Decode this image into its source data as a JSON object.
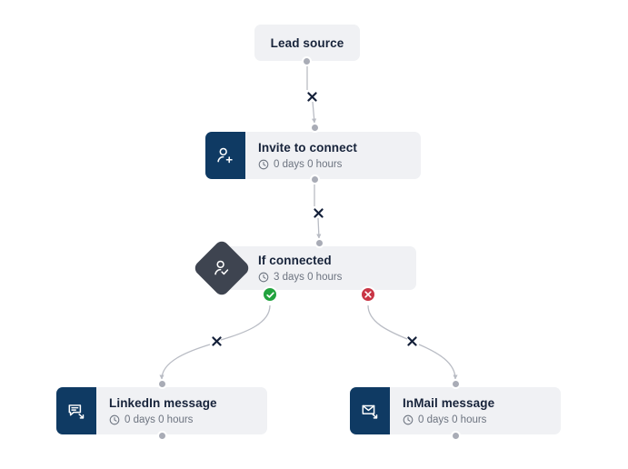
{
  "colors": {
    "canvas_bg": "#ffffff",
    "card_bg": "#f0f1f4",
    "icon_block": "#0f3a63",
    "diamond": "#3e4450",
    "title_text": "#17233a",
    "meta_text": "#6d7480",
    "edge_line": "#b9bcc4",
    "dot": "#a9acb6",
    "badge_yes": "#22a33e",
    "badge_no": "#c93545",
    "xmark": "#15213a"
  },
  "nodes": {
    "lead_source": {
      "title": "Lead source",
      "icon": ""
    },
    "invite": {
      "title": "Invite to connect",
      "duration": "0 days 0 hours",
      "icon": "person-add-icon"
    },
    "if_connected": {
      "title": "If connected",
      "duration": "3 days 0 hours",
      "icon": "person-check-icon"
    },
    "linkedin_message": {
      "title": "LinkedIn message",
      "duration": "0 days 0 hours",
      "icon": "chat-bubble-arrow-icon"
    },
    "inmail_message": {
      "title": "InMail message",
      "duration": "0 days 0 hours",
      "icon": "envelope-arrow-icon"
    }
  },
  "branches": {
    "yes_label": "yes-branch",
    "no_label": "no-branch",
    "yes_glyph": "check-icon",
    "no_glyph": "close-icon"
  },
  "edge_actions": {
    "remove_glyph": "✖",
    "remove_label": "remove-step"
  },
  "meta_icon": "clock-icon"
}
